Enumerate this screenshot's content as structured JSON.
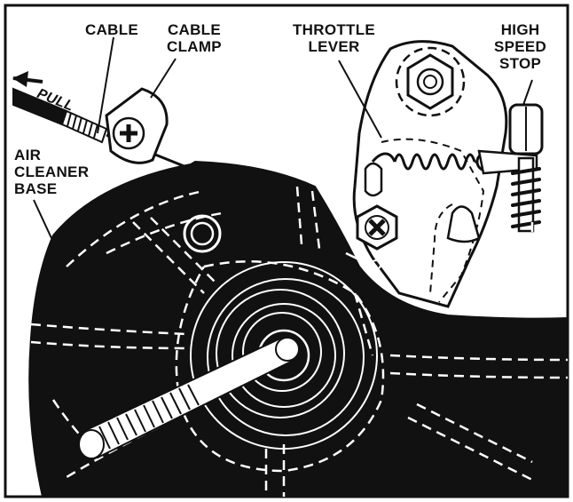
{
  "labels": {
    "cable": [
      "CABLE"
    ],
    "cable_clamp": [
      "CABLE",
      "CLAMP"
    ],
    "throttle_lever": [
      "THROTTLE",
      "LEVER"
    ],
    "high_speed_stop": [
      "HIGH",
      "SPEED",
      "STOP"
    ],
    "air_cleaner_base": [
      "AIR",
      "CLEANER",
      "BASE"
    ],
    "pull": "PULL"
  },
  "colors": {
    "ink": "#111111",
    "paper": "#ffffff"
  }
}
